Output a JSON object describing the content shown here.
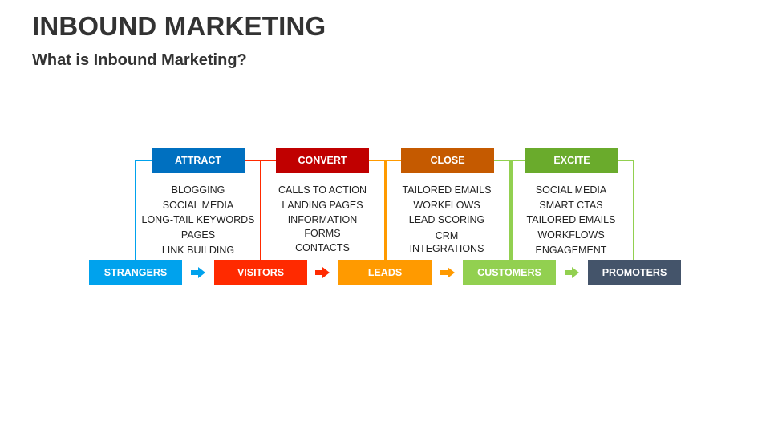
{
  "header": {
    "title": "INBOUND MARKETING",
    "subtitle": "What is Inbound Marketing?"
  },
  "phases": [
    {
      "label": "ATTRACT",
      "color": "#0070c0",
      "items": [
        "BLOGGING",
        "SOCIAL MEDIA",
        "LONG-TAIL KEYWORDS",
        "PAGES",
        "LINK BUILDING"
      ]
    },
    {
      "label": "CONVERT",
      "color": "#c00000",
      "items": [
        "CALLS TO ACTION",
        "LANDING PAGES",
        "INFORMATION",
        "FORMS",
        "CONTACTS"
      ]
    },
    {
      "label": "CLOSE",
      "color": "#c55a00",
      "items": [
        "TAILORED EMAILS",
        "WORKFLOWS",
        "LEAD SCORING",
        "CRM",
        "INTEGRATIONS"
      ]
    },
    {
      "label": "EXCITE",
      "color": "#6aab2c",
      "items": [
        "SOCIAL MEDIA",
        "SMART CTAS",
        "TAILORED EMAILS",
        "WORKFLOWS",
        "ENGAGEMENT"
      ]
    }
  ],
  "stages": [
    {
      "label": "STRANGERS",
      "color": "#00a2ed"
    },
    {
      "label": "VISITORS",
      "color": "#ff2a00"
    },
    {
      "label": "LEADS",
      "color": "#ff9a00"
    },
    {
      "label": "CUSTOMERS",
      "color": "#92d050"
    },
    {
      "label": "PROMOTERS",
      "color": "#44546a"
    }
  ]
}
